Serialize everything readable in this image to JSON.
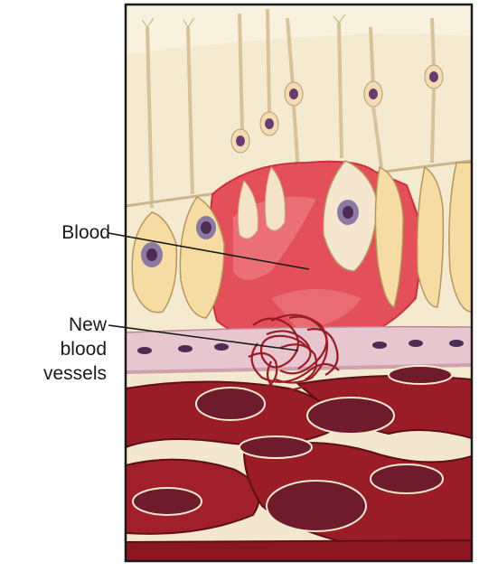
{
  "labels": {
    "blood": "Blood",
    "new_vessels": [
      "New",
      "blood",
      "vessels"
    ]
  },
  "colors": {
    "frame": "#1a1a1a",
    "background_tissue": "#f3ead0",
    "blood": "#e4505a",
    "blood_light": "#f08a8e",
    "cell_body": "#f6dca2",
    "nucleus": "#6a3b6e",
    "membrane": "#e7c6cf",
    "vessel_dark": "#8c1620",
    "vessel_lumen": "#6e1b2b"
  }
}
